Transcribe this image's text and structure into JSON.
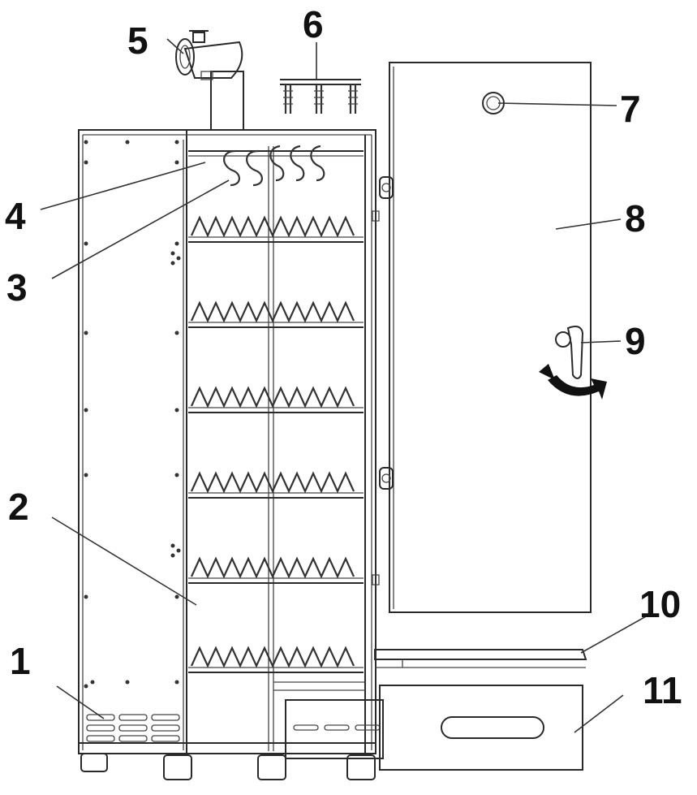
{
  "callouts": [
    {
      "id": "1",
      "label": "1"
    },
    {
      "id": "2",
      "label": "2"
    },
    {
      "id": "3",
      "label": "3"
    },
    {
      "id": "4",
      "label": "4"
    },
    {
      "id": "5",
      "label": "5"
    },
    {
      "id": "6",
      "label": "6"
    },
    {
      "id": "7",
      "label": "7"
    },
    {
      "id": "8",
      "label": "8"
    },
    {
      "id": "9",
      "label": "9"
    },
    {
      "id": "10",
      "label": "10"
    },
    {
      "id": "11",
      "label": "11"
    }
  ],
  "colors": {
    "stroke": "#2a2a2a",
    "background": "#ffffff",
    "arrow": "#111111"
  },
  "icons": {
    "rotation_arrow": "curved-arrow-icon"
  }
}
